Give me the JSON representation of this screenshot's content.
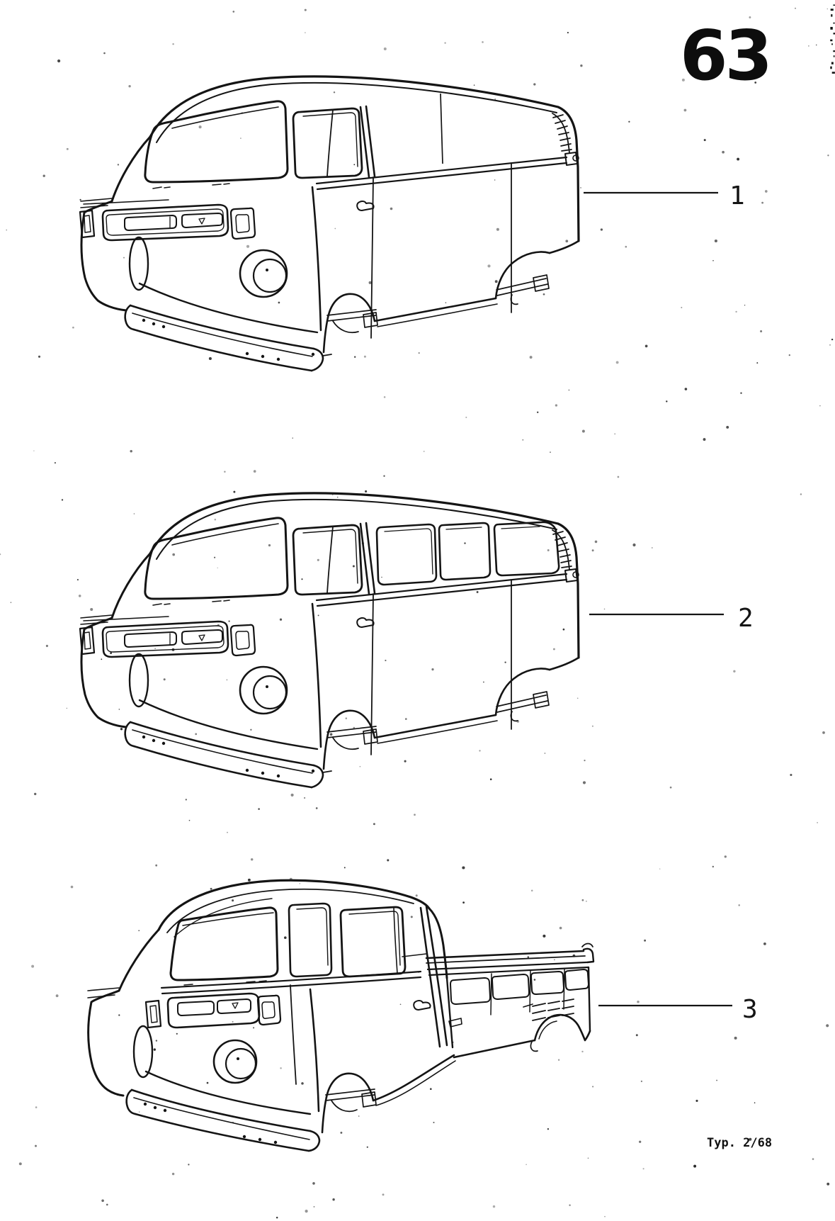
{
  "page": {
    "number": "63",
    "footer": "Typ. 2/68"
  },
  "colors": {
    "paper": "#ffffff",
    "ink": "#141414"
  },
  "figures": [
    {
      "callout": "1",
      "drawing": "vw-type2-panel-van-body-line-drawing"
    },
    {
      "callout": "2",
      "drawing": "vw-type2-kombi-bus-body-line-drawing"
    },
    {
      "callout": "3",
      "drawing": "vw-type2-single-cab-pickup-body-line-drawing"
    }
  ]
}
